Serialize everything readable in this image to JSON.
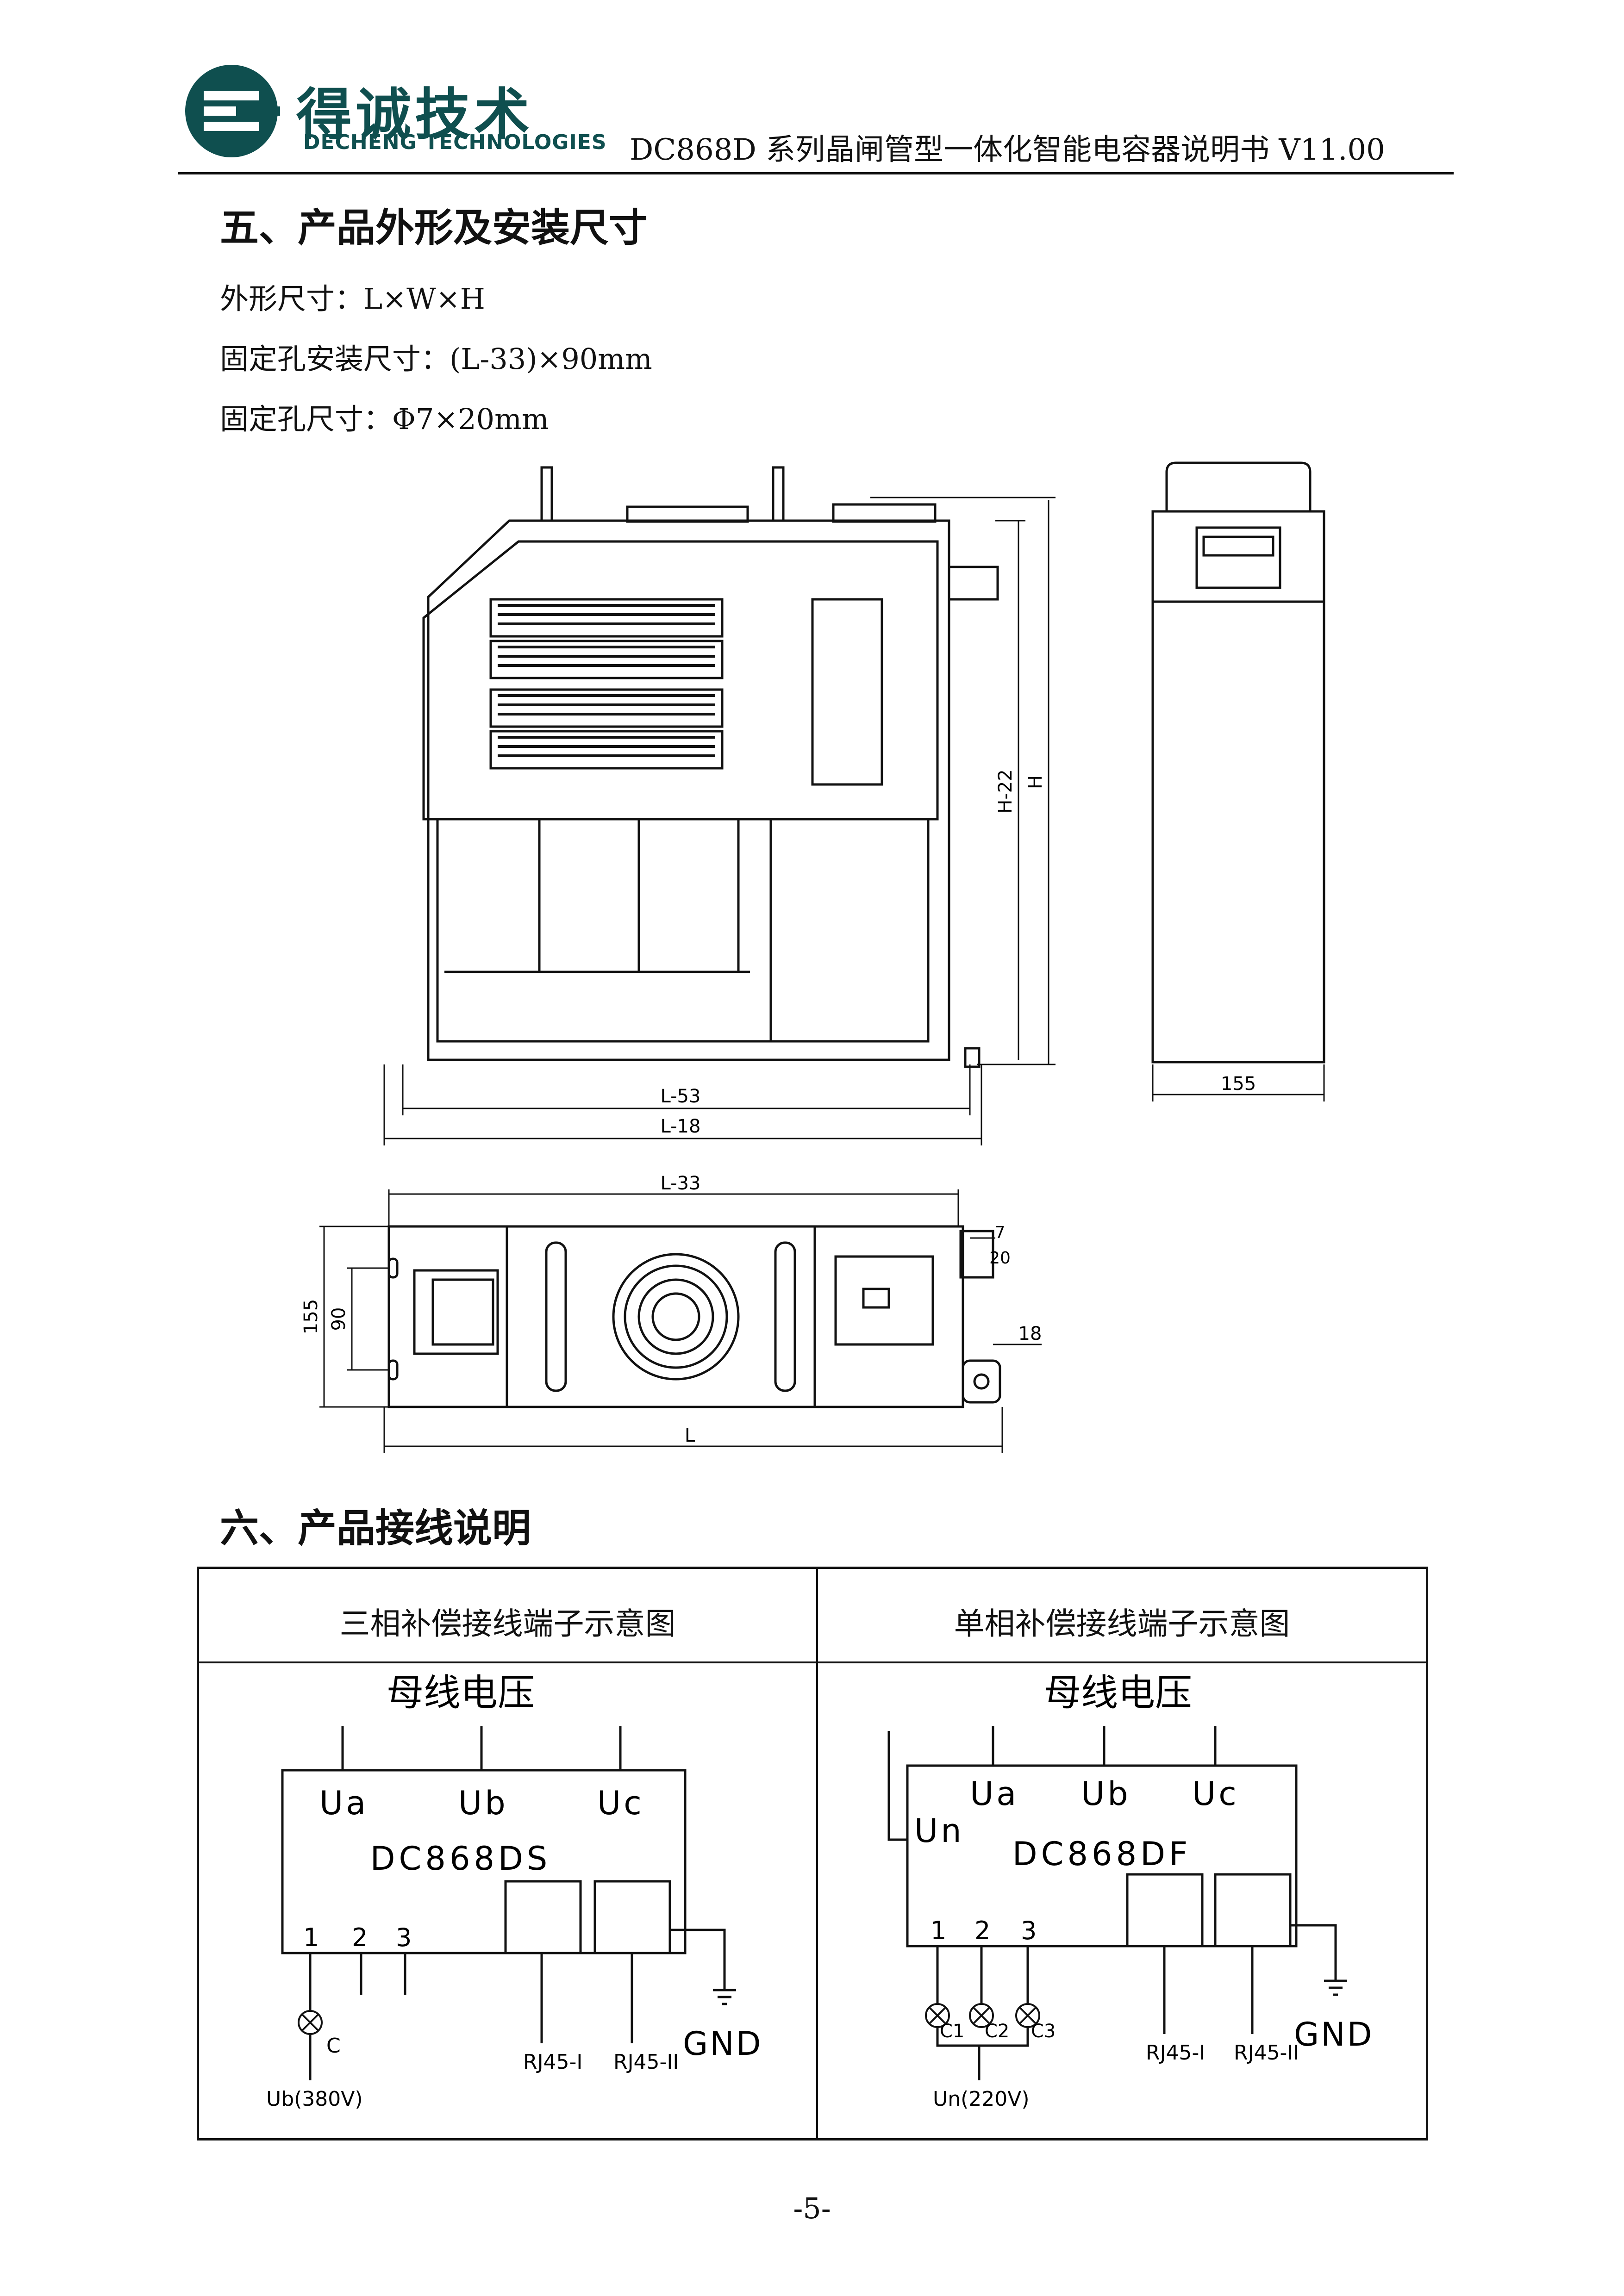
{
  "header": {
    "logo_cn": "得诚技术",
    "logo_en": "DECHENG TECHNOLOGIES",
    "doc_title": "DC868D 系列晶闸管型一体化智能电容器说明书 V11.00"
  },
  "section5": {
    "title": "五、产品外形及安装尺寸",
    "specs": [
      "外形尺寸：L×W×H",
      "固定孔安装尺寸：(L-33)×90mm",
      "固定孔尺寸：Φ7×20mm"
    ]
  },
  "drawing": {
    "front_width_inner": "L-53",
    "front_width_outer": "L-18",
    "height_inner": "H-22",
    "height_outer": "H",
    "side_width": "155",
    "top_hole_span": "L-33",
    "top_depth": "155",
    "top_hole_pitch": "90",
    "top_length": "L",
    "slot_dim_7": "7",
    "slot_dim_20": "20",
    "offset_18": "18"
  },
  "section6": {
    "title": "六、产品接线说明",
    "table_headers": [
      "三相补偿接线端子示意图",
      "单相补偿接线端子示意图"
    ],
    "three_phase": {
      "bus_label": "母线电压",
      "phases": [
        "Ua",
        "Ub",
        "Uc"
      ],
      "model": "DC868DS",
      "terminals": [
        "1",
        "2",
        "3"
      ],
      "rj45": [
        "RJ45-I",
        "RJ45-II"
      ],
      "gnd": "GND",
      "cap": "C",
      "supply": "Ub(380V)"
    },
    "single_phase": {
      "bus_label": "母线电压",
      "neutral": "Un",
      "phases": [
        "Ua",
        "Ub",
        "Uc"
      ],
      "model": "DC868DF",
      "terminals": [
        "1",
        "2",
        "3"
      ],
      "rj45": [
        "RJ45-I",
        "RJ45-II"
      ],
      "gnd": "GND",
      "caps": [
        "C1",
        "C2",
        "C3"
      ],
      "supply": "Un(220V)"
    }
  },
  "footer": {
    "page": "-5-"
  }
}
